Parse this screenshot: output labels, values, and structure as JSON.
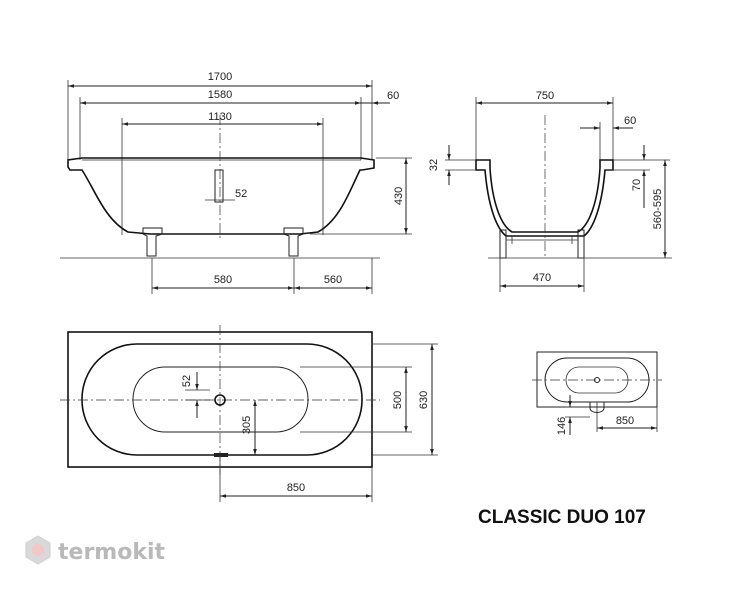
{
  "title": "CLASSIC DUO 107",
  "brand": "termokit",
  "side_view": {
    "dims": {
      "total_length": "1700",
      "inner_length": "1580",
      "bottom_length": "1130",
      "rim_width": "60",
      "drain_offset": "52",
      "height": "430",
      "leg_spacing": "580",
      "leg_offset": "560"
    }
  },
  "end_view": {
    "dims": {
      "width": "750",
      "rim_width": "60",
      "rim_thickness": "32",
      "rim_drop": "70",
      "height_range": "560-595",
      "leg_spacing": "470"
    }
  },
  "plan_view": {
    "dims": {
      "drain_offset": "52",
      "drain_from_edge": "305",
      "inner_width": "500",
      "outer_width": "630",
      "drain_from_end": "850"
    }
  },
  "small_plan_view": {
    "dims": {
      "overflow_offset": "146",
      "length": "850"
    }
  },
  "colors": {
    "line": "#222222",
    "brand_logo": "#d9d9d9"
  }
}
